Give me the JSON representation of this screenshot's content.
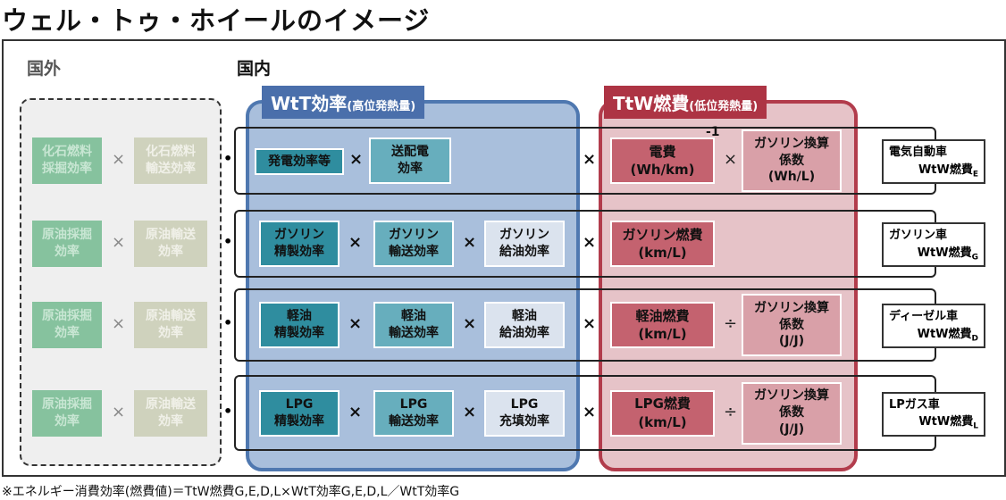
{
  "title": "ウェル・トゥ・ホイールのイメージ",
  "overseas_label": "国外",
  "domestic_label": "国内",
  "wtt_header": {
    "main": "WtT効率",
    "sub": "(高位発熱量)"
  },
  "ttw_header": {
    "main": "TtW燃費",
    "sub": "(低位発熱量)"
  },
  "operators": {
    "times": "×",
    "divide": "÷",
    "dot": "・",
    "inverse": "-1"
  },
  "rows": [
    {
      "overseas": [
        "化石燃料\n採掘効率",
        "化石燃料\n輸送効率"
      ],
      "wtt": [
        "発電効率等",
        "送配電\n効率"
      ],
      "ttw": [
        "電費\n(Wh/km)",
        "ガソリン換算\n係数\n(Wh/L)"
      ],
      "ttw_op": "×",
      "result": {
        "name": "電気自動車",
        "value": "WtW燃費",
        "sub": "E"
      }
    },
    {
      "overseas": [
        "原油採掘\n効率",
        "原油輸送\n効率"
      ],
      "wtt": [
        "ガソリン\n精製効率",
        "ガソリン\n輸送効率",
        "ガソリン\n給油効率"
      ],
      "ttw": [
        "ガソリン燃費\n(km/L)"
      ],
      "result": {
        "name": "ガソリン車",
        "value": "WtW燃費",
        "sub": "G"
      }
    },
    {
      "overseas": [
        "原油採掘\n効率",
        "原油輸送\n効率"
      ],
      "wtt": [
        "軽油\n精製効率",
        "軽油\n輸送効率",
        "軽油\n給油効率"
      ],
      "ttw": [
        "軽油燃費\n(km/L)",
        "ガソリン換算\n係数\n(J/J)"
      ],
      "ttw_op": "÷",
      "result": {
        "name": "ディーゼル車",
        "value": "WtW燃費",
        "sub": "D"
      }
    },
    {
      "overseas": [
        "原油採掘\n効率",
        "原油輸送\n効率"
      ],
      "wtt": [
        "LPG\n精製効率",
        "LPG\n輸送効率",
        "LPG\n充填効率"
      ],
      "ttw": [
        "LPG燃費\n(km/L)",
        "ガソリン換算\n係数\n(J/J)"
      ],
      "ttw_op": "÷",
      "result": {
        "name": "LPガス車",
        "value": "WtW燃費",
        "sub": "L"
      }
    }
  ],
  "footnote": "※エネルギー消費効率(燃費値)＝TtW燃費G,E,D,L×WtT効率G,E,D,L／WtT効率G",
  "colors": {
    "wtt_border": "#4f78b0",
    "ttw_border": "#b23c4c",
    "dark_teal": "#2f8d9f",
    "red_box": "#c4626f"
  }
}
